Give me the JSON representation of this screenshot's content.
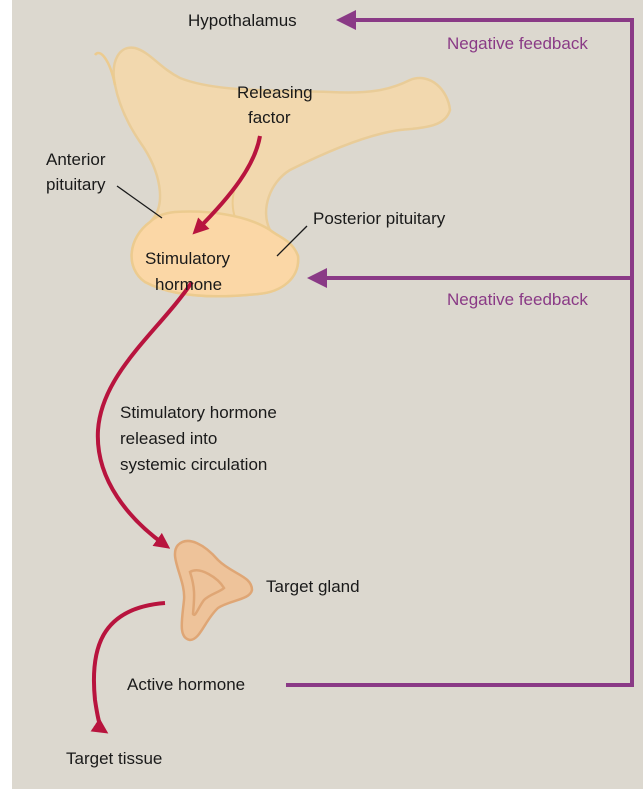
{
  "labels": {
    "hypothalamus": "Hypothalamus",
    "negative_feedback_top": "Negative feedback",
    "negative_feedback_mid": "Negative feedback",
    "releasing_factor": [
      "Releasing",
      "factor"
    ],
    "anterior_pituitary": [
      "Anterior",
      "pituitary"
    ],
    "posterior_pituitary": "Posterior pituitary",
    "stimulatory_hormone": [
      "Stimulatory",
      "hormone"
    ],
    "systemic_release": [
      "Stimulatory hormone",
      "released into",
      "systemic circulation"
    ],
    "target_gland": "Target gland",
    "active_hormone": "Active hormone",
    "target_tissue": "Target tissue"
  },
  "colors": {
    "background": "#dcd8cf",
    "gland_fill": "#f6d9a9",
    "gland_stroke": "#eccb8f",
    "stimulatory_fill": "#fbd7a6",
    "target_gland_fill": "#eec39a",
    "target_gland_stroke": "#dfa675",
    "hormone_arrow": "#b8143e",
    "feedback_arrow": "#8a3a86"
  }
}
